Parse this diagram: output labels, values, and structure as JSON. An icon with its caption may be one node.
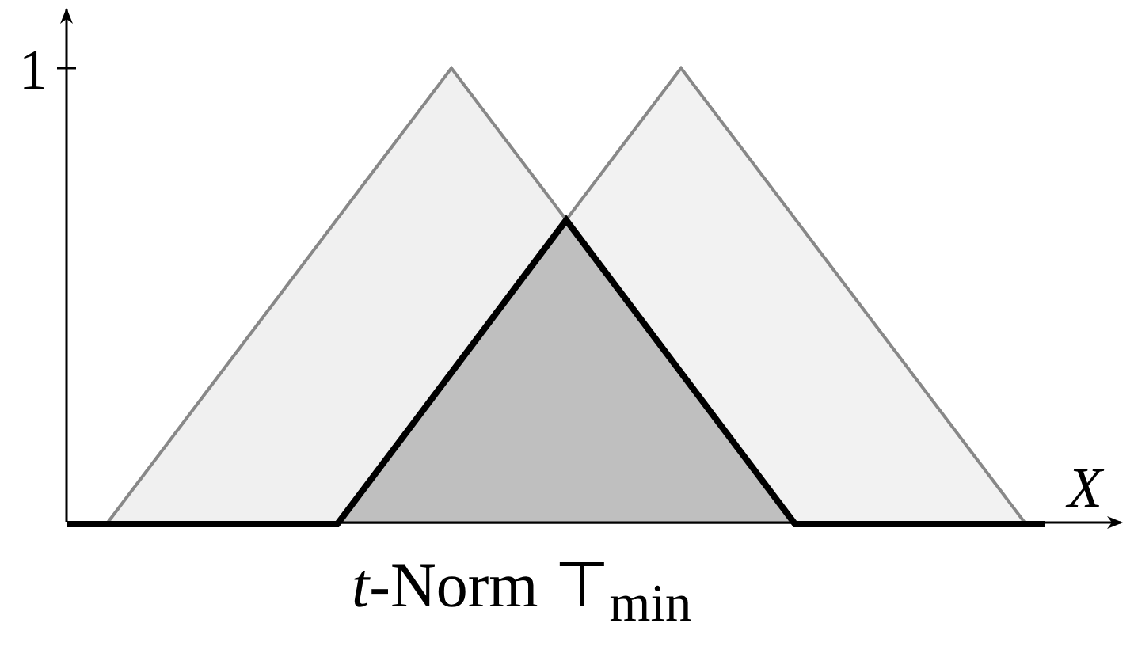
{
  "diagram": {
    "caption": "*t*-Norm ⊤$_{min}$",
    "labels": [
      "1",
      "X"
    ]
  }
}
